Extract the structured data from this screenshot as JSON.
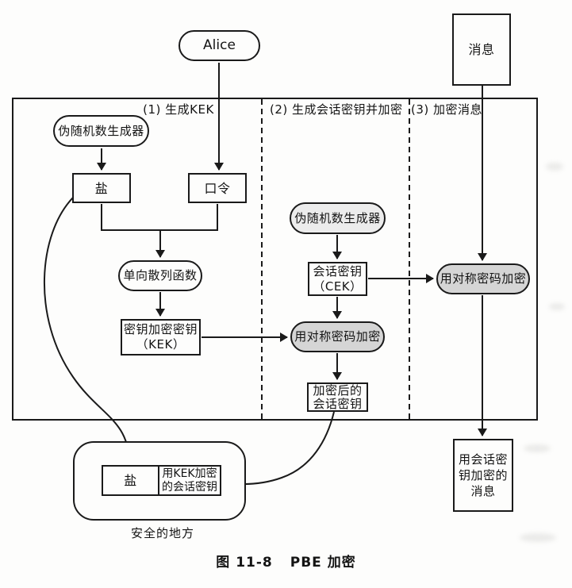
{
  "caption": {
    "prefix": "图 11-8",
    "title": "PBE 加密"
  },
  "actors": {
    "alice": "Alice",
    "message": "消息"
  },
  "sections": [
    {
      "label": "(1) 生成KEK"
    },
    {
      "label": "(2) 生成会话密钥并加密"
    },
    {
      "label": "(3) 加密消息"
    }
  ],
  "nodes": {
    "prng1": "伪随机数生成器",
    "salt": "盐",
    "password": "口令",
    "hash_function": "单向散列函数",
    "kek": {
      "line1": "密钥加密密钥",
      "line2": "（KEK）"
    },
    "prng2": "伪随机数生成器",
    "cek": {
      "line1": "会话密钥",
      "line2": "（CEK）"
    },
    "sym_encrypt_cek": "用对称密码加密",
    "encrypted_session_key": {
      "line1": "加密后的",
      "line2": "会话密钥"
    },
    "sym_encrypt_msg": "用对称密码加密",
    "encrypted_message": {
      "line1": "用会话密",
      "line2": "钥加密的",
      "line3": "消息"
    },
    "stored_salt": "盐",
    "stored_wrapped_key": {
      "line1": "用KEK加密",
      "line2": "的会话密钥"
    },
    "safe_place": "安全的地方"
  },
  "colors": {
    "line": "#1a1a1a",
    "shaded_fill": "#d5d5d5",
    "light_fill": "#ececec",
    "background": "#fdfdfc"
  }
}
